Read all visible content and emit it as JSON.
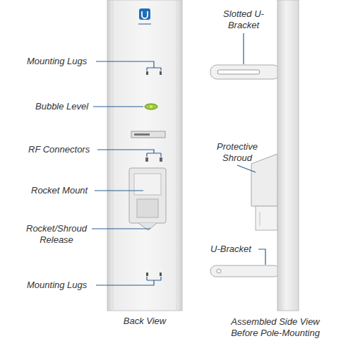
{
  "diagram": {
    "labels": [
      "Mounting Lugs",
      "Bubble Level",
      "RF Connectors",
      "Rocket Mount",
      "Rocket/Shroud Release",
      "Mounting Lugs",
      "Back View",
      "Slotted U-Bracket",
      "Protective Shroud",
      "U-Bracket",
      "Assembled Side View Before Pole-Mounting"
    ]
  }
}
